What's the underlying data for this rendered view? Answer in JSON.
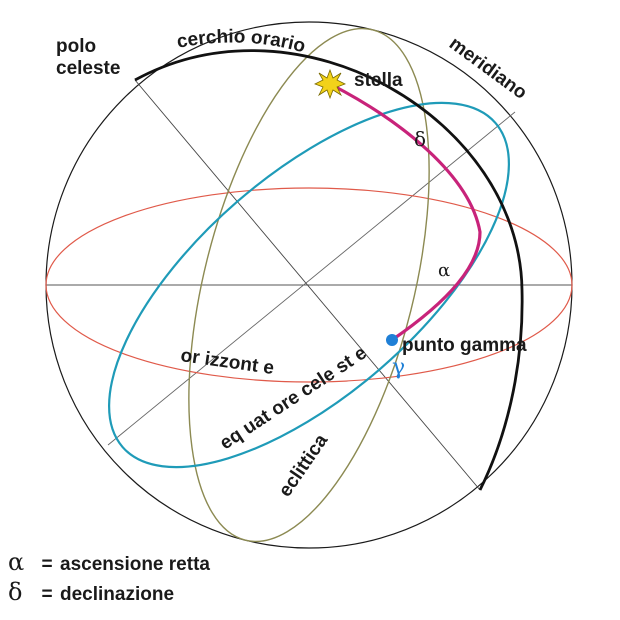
{
  "labels": {
    "polo_line1": "polo",
    "polo_line2": "celeste",
    "cerchio_orario": "cerchio orario",
    "meridiano": "meridiano",
    "stella": "stella",
    "delta": "δ",
    "alpha": "α",
    "punto_gamma": "punto gamma",
    "gamma": "γ",
    "orizzonte": "or izzont e",
    "equatore": "eq uat ore cele st e",
    "eclittica": "eclittica"
  },
  "legend": [
    {
      "symbol": "α",
      "equals": "=",
      "text": "ascensione retta"
    },
    {
      "symbol": "δ",
      "equals": "=",
      "text": "declinazione"
    }
  ],
  "colors": {
    "sphere": "#1a1a1a",
    "meridian": "#111111",
    "horizon": "#e05a4a",
    "equator": "#1f9bb8",
    "ecliptic": "#8c8a52",
    "hour_circle": "#c8237a",
    "gamma_point": "#1f7fd6",
    "star": "#f2d21a"
  }
}
